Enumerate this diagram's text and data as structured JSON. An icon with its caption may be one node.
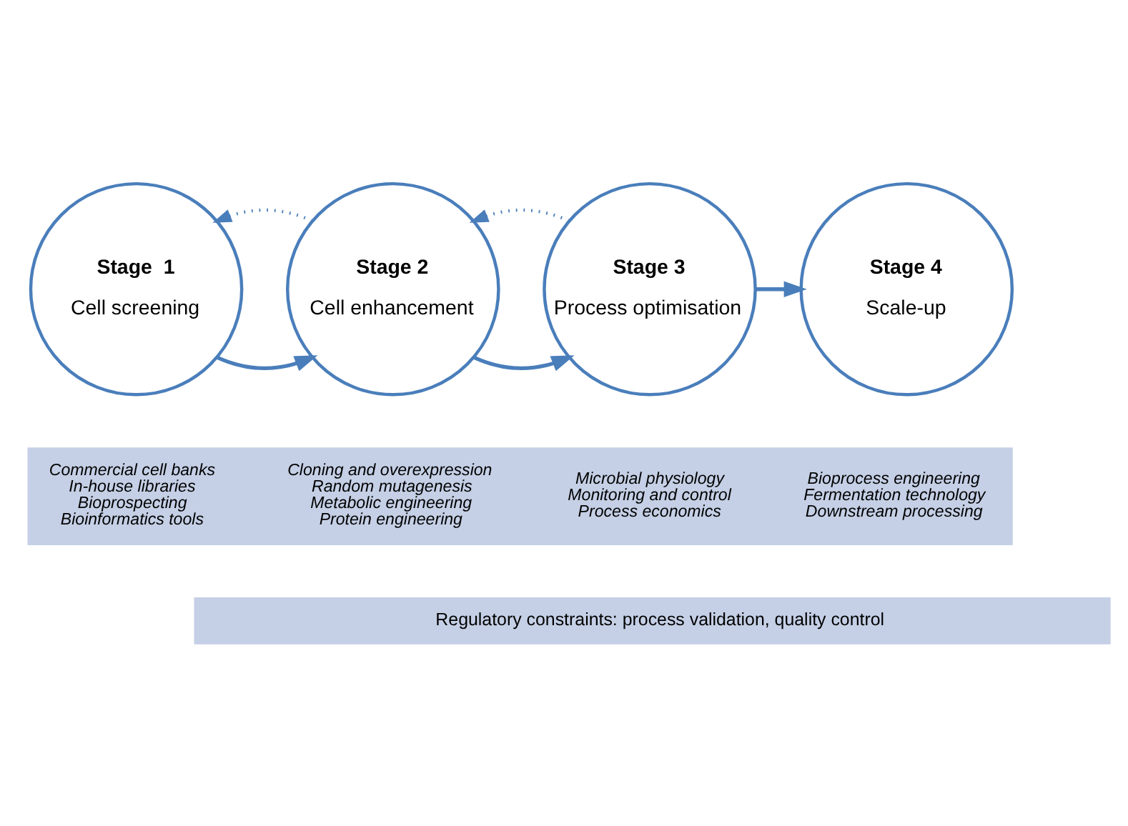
{
  "diagram": {
    "nodes": [
      {
        "text": [
          "Stage  1",
          "Cell screening"
        ]
      },
      {
        "text": [
          "Stage 2",
          "Cell enhancement"
        ]
      },
      {
        "text": [
          "Stage 3",
          "Process optimisation"
        ]
      },
      {
        "text": [
          "Stage 4",
          "Scale-up"
        ]
      },
      {
        "text": [],
        "shape": "bar"
      },
      {
        "text": [
          "Commercial cell banks",
          "In-house libraries",
          "Bioprospecting",
          "Bioinformatics tools"
        ],
        "in": 4
      },
      {
        "text": [
          "Cloning and overexpression",
          "Random mutagenesis",
          "Metabolic engineering",
          "Protein engineering"
        ],
        "in": 4
      },
      {
        "text": [
          "Microbial physiology",
          "Monitoring and control",
          "Process economics"
        ],
        "in": 4
      },
      {
        "text": [
          "Bioprocess engineering",
          "Fermentation technology",
          "Downstream processing"
        ],
        "in": 4
      },
      {
        "text": [
          "Regulatory constraints: process validation, quality control"
        ]
      }
    ],
    "edges": [
      {
        "from": 0,
        "to": 1,
        "arrow": "to"
      },
      {
        "from": 1,
        "to": 2,
        "arrow": "to"
      },
      {
        "from": 2,
        "to": 3,
        "arrow": "to"
      },
      {
        "from": 1,
        "to": 0,
        "arrow": "to",
        "style": "dashed"
      },
      {
        "from": 2,
        "to": 1,
        "arrow": "to",
        "style": "dashed"
      }
    ]
  }
}
